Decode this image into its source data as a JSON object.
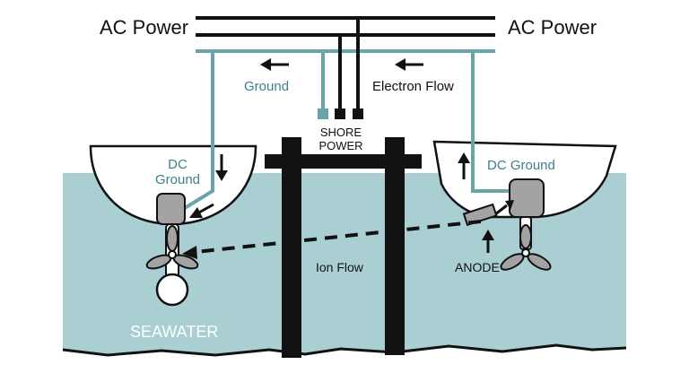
{
  "labels": {
    "ac_power_left": "AC Power",
    "ac_power_right": "AC Power",
    "ground": "Ground",
    "electron_flow": "Electron Flow",
    "shore_power_line1": "SHORE",
    "shore_power_line2": "POWER",
    "dc_ground_left_line1": "DC",
    "dc_ground_left_line2": "Ground",
    "dc_ground_right": "DC Ground",
    "ion_flow": "Ion Flow",
    "anode": "ANODE",
    "seawater": "SEAWATER"
  },
  "colors": {
    "water": "#a9cfd3",
    "ground_wire": "#6aa4ab",
    "ground_text": "#3d8089",
    "ink": "#111111",
    "component_gray": "#a3a3a3",
    "seawater_text": "#ffffff"
  }
}
